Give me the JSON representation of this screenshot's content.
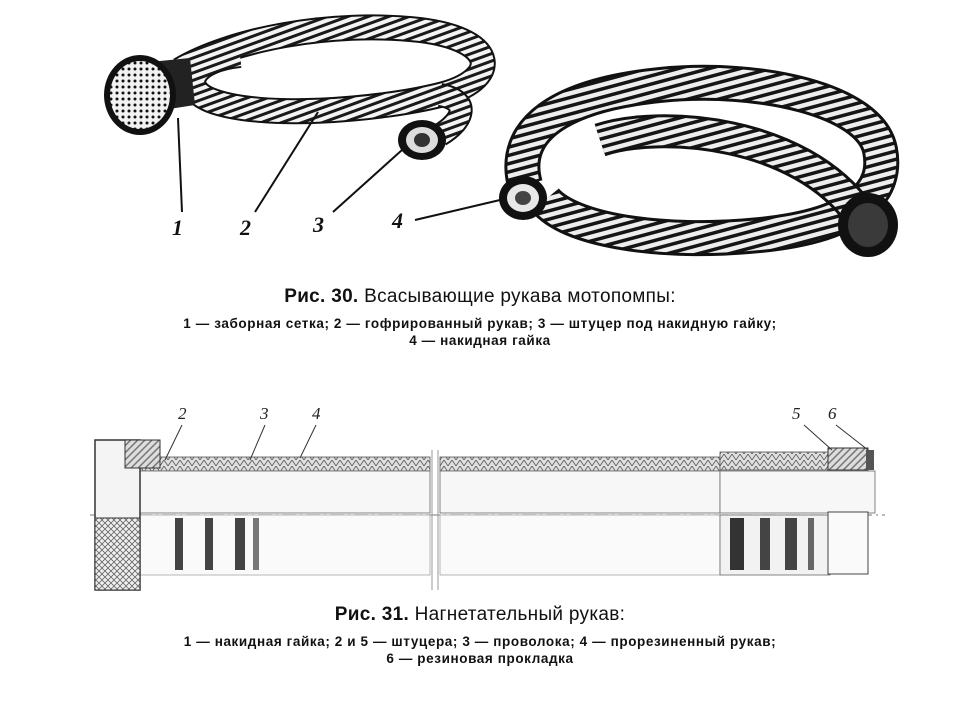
{
  "figure30": {
    "labels": [
      "1",
      "2",
      "3",
      "4"
    ],
    "caption_prefix": "Рис. 30.",
    "caption_title": "Всасывающие рукава мотопомпы:",
    "legend_line1": "1 — заборная сетка;  2 — гофрированный  рукав;  3 — штуцер под накидную гайку;",
    "legend_line2": "4 — накидная гайка"
  },
  "figure31": {
    "labels": [
      "2",
      "3",
      "4",
      "5",
      "6"
    ],
    "caption_prefix": "Рис. 31.",
    "caption_title": "Нагнетательный рукав:",
    "legend_line1": "1 — накидная  гайка;  2 и 5 — штуцера;  3 — проволока;  4 — прорезиненный рукав;",
    "legend_line2": "6 — резиновая прокладка"
  }
}
